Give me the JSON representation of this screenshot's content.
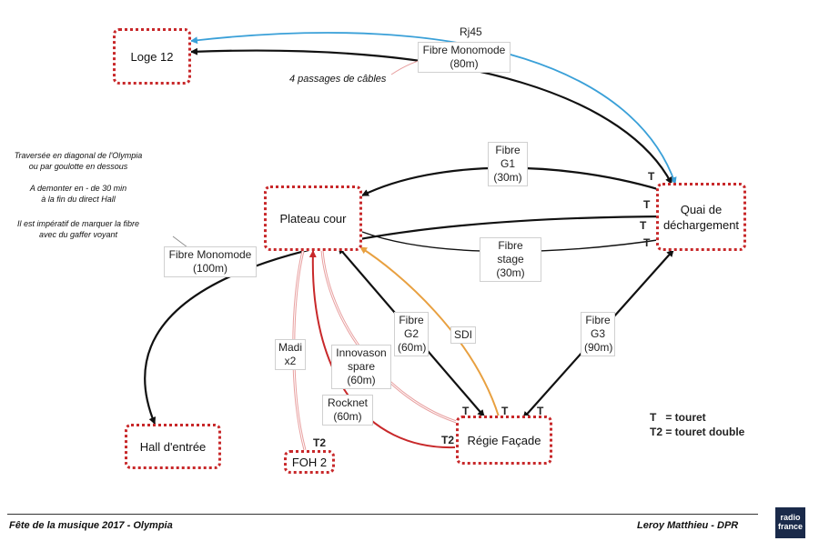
{
  "nodes": {
    "loge": "Loge 12",
    "plateau": "Plateau cour",
    "quai_line1": "Quai de",
    "quai_line2": "déchargement",
    "hall": "Hall d'entrée",
    "foh": "FOH 2",
    "regie": "Régie Façade"
  },
  "labels": {
    "rj45": "Rj45",
    "fibre_mono_80_l1": "Fibre Monomode",
    "fibre_mono_80_l2": "(80m)",
    "fibre_g1_l1": "Fibre",
    "fibre_g1_l2": "G1",
    "fibre_g1_l3": "(30m)",
    "fibre_stage_l1": "Fibre stage",
    "fibre_stage_l2": "(30m)",
    "fibre_mono_100_l1": "Fibre Monomode",
    "fibre_mono_100_l2": "(100m)",
    "fibre_g2_l1": "Fibre",
    "fibre_g2_l2": "G2",
    "fibre_g2_l3": "(60m)",
    "fibre_g3_l1": "Fibre",
    "fibre_g3_l2": "G3",
    "fibre_g3_l3": "(90m)",
    "sdi": "SDI",
    "madi_l1": "Madi",
    "madi_l2": "x2",
    "innovason_l1": "Innovason",
    "innovason_l2": "spare",
    "innovason_l3": "(60m)",
    "rocknet_l1": "Rocknet",
    "rocknet_l2": "(60m)"
  },
  "marks": {
    "t": "T",
    "t2": "T2"
  },
  "notes": {
    "passages": "4 passages de câbles",
    "traversee_l1": "Traversée en diagonal de l'Olympia",
    "traversee_l2": "ou par goulotte en dessous",
    "demonter_l1": "A demonter en - de 30 min",
    "demonter_l2": "à la fin du direct Hall",
    "imperatif_l1": "Il est impératif de marquer la fibre",
    "imperatif_l2": "avec du gaffer voyant"
  },
  "legend": {
    "line1": "T   = touret",
    "line2": "T2 = touret double"
  },
  "footer": {
    "left": "Fête de la musique 2017 - Olympia",
    "right": "Leroy Matthieu - DPR",
    "logo_l1": "radio",
    "logo_l2": "france"
  },
  "colors": {
    "node_border": "#c8282a",
    "edge_black": "#111111",
    "edge_blue": "#3aa0d8",
    "edge_orange": "#e8a040",
    "edge_red": "#c8282a",
    "edge_pink": "#e8a0a0"
  }
}
